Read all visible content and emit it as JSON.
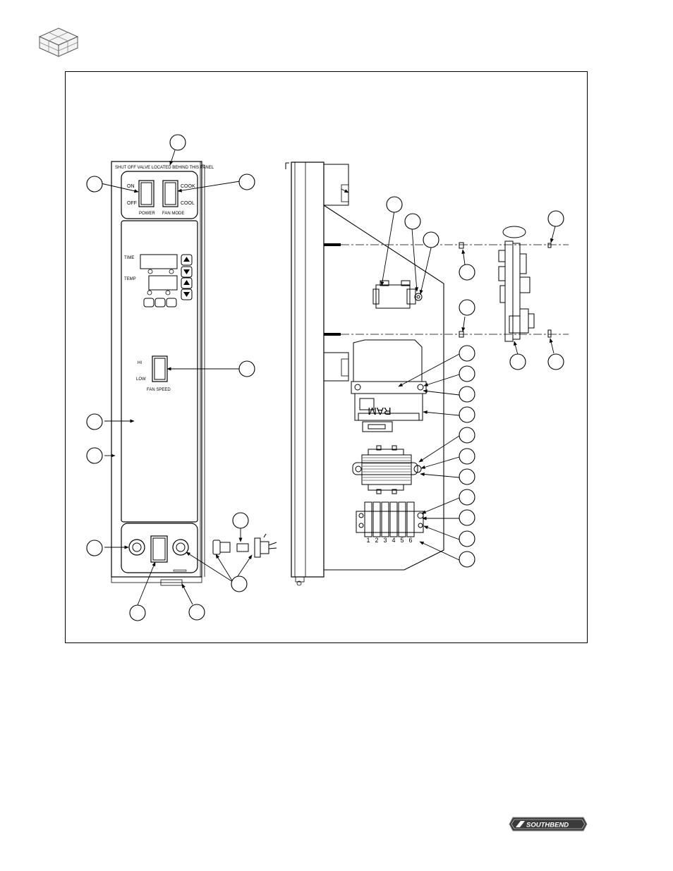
{
  "panel": {
    "top_notice": "SHUT OFF VALVE LOCATED BEHIND THIS PANEL",
    "power_on": "ON",
    "power_off": "OFF",
    "power_label": "POWER",
    "cook": "COOK",
    "cool": "COOL",
    "fan_mode_label": "FAN MODE",
    "time_label": "TIME",
    "temp_label": "TEMP",
    "fan_hi": "HI",
    "fan_low": "LOW",
    "fan_speed_label": "FAN SPEED"
  },
  "ram_module": {
    "label": "RAM"
  },
  "terminal_block": {
    "numbers": [
      "1",
      "2",
      "3",
      "4",
      "5",
      "6"
    ]
  },
  "footer": {
    "brand": "SOUTHBEND"
  }
}
